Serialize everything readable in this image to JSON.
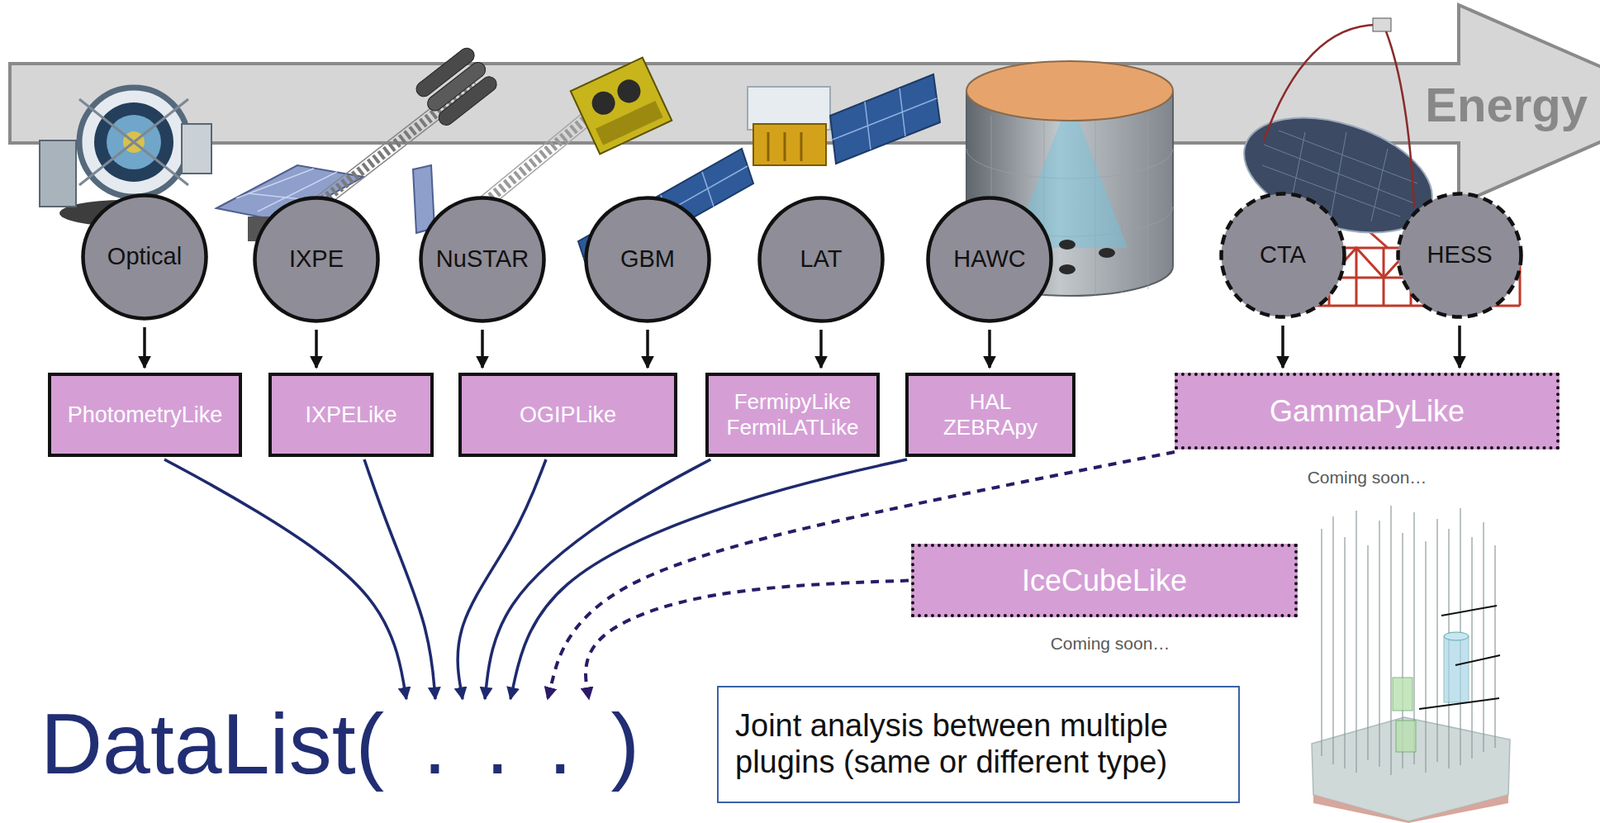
{
  "diagram": {
    "nodes": [
      {
        "text": [
          "Energy"
        ]
      },
      {
        "text": [
          "Optical"
        ]
      },
      {
        "text": [
          "IXPE"
        ]
      },
      {
        "text": [
          "NuSTAR"
        ]
      },
      {
        "text": [
          "GBM"
        ]
      },
      {
        "text": [
          "LAT"
        ]
      },
      {
        "text": [
          "HAWC"
        ]
      },
      {
        "text": [
          "CTA"
        ]
      },
      {
        "text": [
          "HESS"
        ]
      },
      {
        "text": [
          "PhotometryLike"
        ]
      },
      {
        "text": [
          "IXPELike"
        ]
      },
      {
        "text": [
          "OGIPLike"
        ]
      },
      {
        "text": [
          "FermipyLike",
          "FermiLATLike"
        ]
      },
      {
        "text": [
          "HAL",
          "ZEBRApy"
        ]
      },
      {
        "text": [
          "GammaPyLike"
        ]
      },
      {
        "text": [
          "IceCubeLike"
        ]
      },
      {
        "text": [
          "DataList( . . . )"
        ]
      },
      {
        "text": [
          "Joint analysis between multiple plugins (same or different type)"
        ]
      }
    ],
    "edges": [
      {
        "from": 1,
        "to": 9,
        "arrow": "to"
      },
      {
        "from": 2,
        "to": 10,
        "arrow": "to"
      },
      {
        "from": 3,
        "to": 11,
        "arrow": "to"
      },
      {
        "from": 4,
        "to": 11,
        "arrow": "to"
      },
      {
        "from": 5,
        "to": 12,
        "arrow": "to"
      },
      {
        "from": 6,
        "to": 13,
        "arrow": "to"
      },
      {
        "from": 7,
        "to": 14,
        "arrow": "to"
      },
      {
        "from": 8,
        "to": 14,
        "arrow": "to"
      },
      {
        "from": 9,
        "to": 16,
        "arrow": "to"
      },
      {
        "from": 10,
        "to": 16,
        "arrow": "to"
      },
      {
        "from": 11,
        "to": 16,
        "arrow": "to"
      },
      {
        "from": 12,
        "to": 16,
        "arrow": "to"
      },
      {
        "from": 13,
        "to": 16,
        "arrow": "to"
      },
      {
        "from": 14,
        "to": 16,
        "arrow": "to"
      },
      {
        "from": 15,
        "to": 16,
        "arrow": "to"
      }
    ],
    "labels": [
      "Coming soon…",
      "Coming soon…"
    ]
  }
}
